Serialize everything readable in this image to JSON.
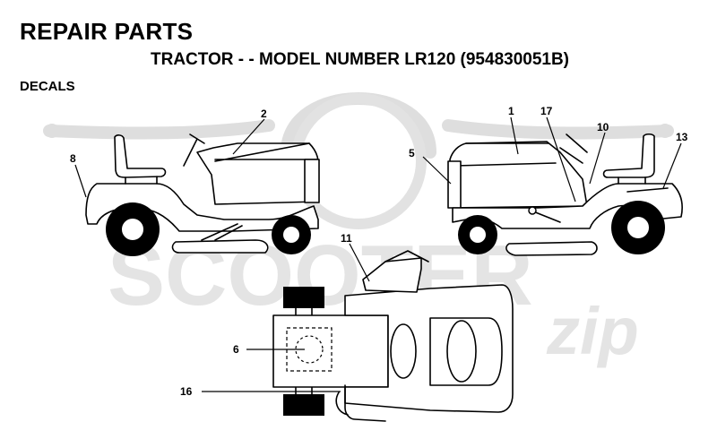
{
  "header": {
    "title": "REPAIR PARTS",
    "subtitle": "TRACTOR - - MODEL NUMBER LR120 (954830051B)",
    "section": "DECALS"
  },
  "watermark": {
    "text": "SCOOTER",
    "script": "zip"
  },
  "callouts": {
    "c1": "1",
    "c2": "2",
    "c5": "5",
    "c6": "6",
    "c8": "8",
    "c10": "10",
    "c11": "11",
    "c13": "13",
    "c16": "16",
    "c17": "17"
  }
}
